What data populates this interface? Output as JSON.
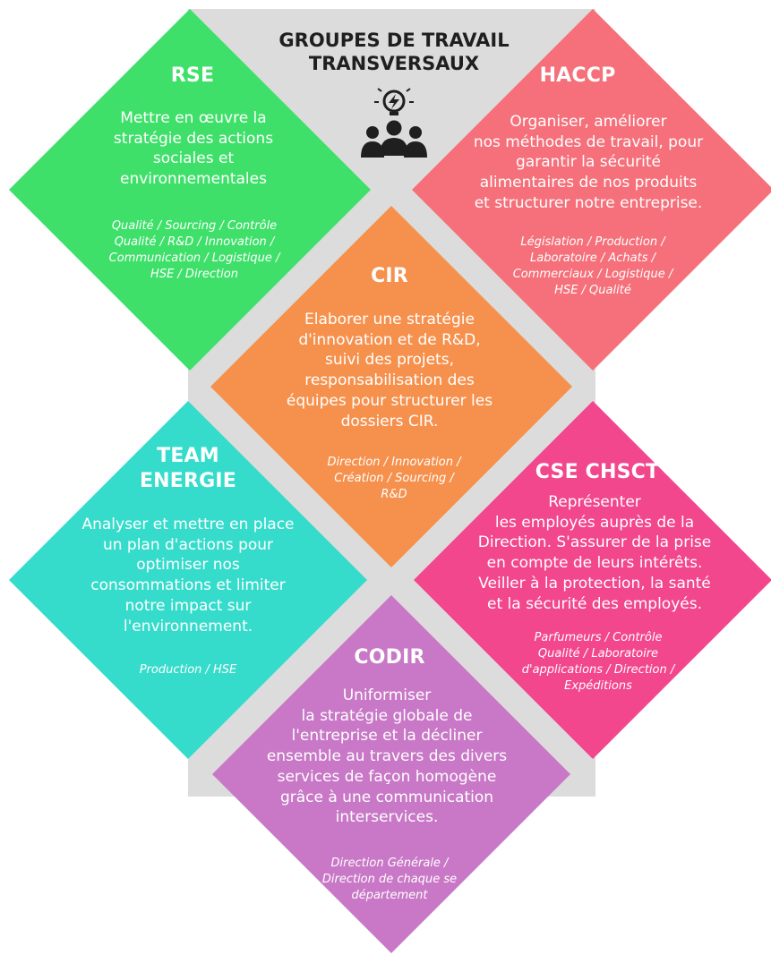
{
  "header": {
    "title": "GROUPES DE TRAVAIL\nTRANSVERSAUX",
    "icon": "team-idea-icon"
  },
  "colors": {
    "background_panel": "#dcdcdc",
    "rse": "#3fe06a",
    "haccp": "#f5707a",
    "cir": "#f6914d",
    "team_energie": "#36dccb",
    "cse_chsct": "#f2468d",
    "codir": "#c878c6",
    "title_text": "#1f1f1f"
  },
  "groups": {
    "rse": {
      "title": "RSE",
      "description": "Mettre en œuvre la\nstratégie des actions\nsociales et\nenvironnementales",
      "tags": "Qualité /  Sourcing / Contrôle\nQualité / R&D / Innovation /\nCommunication / Logistique /\nHSE / Direction"
    },
    "haccp": {
      "title": "HACCP",
      "description": "Organiser, améliorer\nnos méthodes de travail, pour\ngarantir la sécurité\nalimentaires de nos produits\net structurer notre entreprise.",
      "tags": "Législation / Production /\nLaboratoire / Achats /\nCommerciaux / Logistique /\nHSE / Qualité"
    },
    "cir": {
      "title": "CIR",
      "description": "Elaborer une stratégie\nd'innovation et de R&D,\nsuivi des projets,\nresponsabilisation des\néquipes pour structurer les\ndossiers CIR.",
      "tags": "Direction / Innovation /\nCréation / Sourcing /\nR&D"
    },
    "team_energie": {
      "title": "TEAM\nENERGIE",
      "description": "Analyser et mettre en place\nun plan d'actions pour\noptimiser nos\nconsommations et limiter\nnotre impact sur\nl'environnement.",
      "tags": "Production / HSE"
    },
    "cse_chsct": {
      "title": "CSE CHSCT",
      "description": "Représenter\nles employés auprès de la\nDirection. S'assurer de la prise\nen compte de leurs intérêts.\nVeiller à la protection, la santé\net la sécurité des employés.",
      "tags": "Parfumeurs / Contrôle\nQualité / Laboratoire\nd'applications / Direction /\nExpéditions"
    },
    "codir": {
      "title": "CODIR",
      "description": "Uniformiser\nla stratégie globale de\nl'entreprise et la décliner\nensemble au travers des divers\nservices de façon homogène\ngrâce à une communication\ninterservices.",
      "tags": "Direction Générale /\nDirection de chaque se\ndépartement"
    }
  }
}
